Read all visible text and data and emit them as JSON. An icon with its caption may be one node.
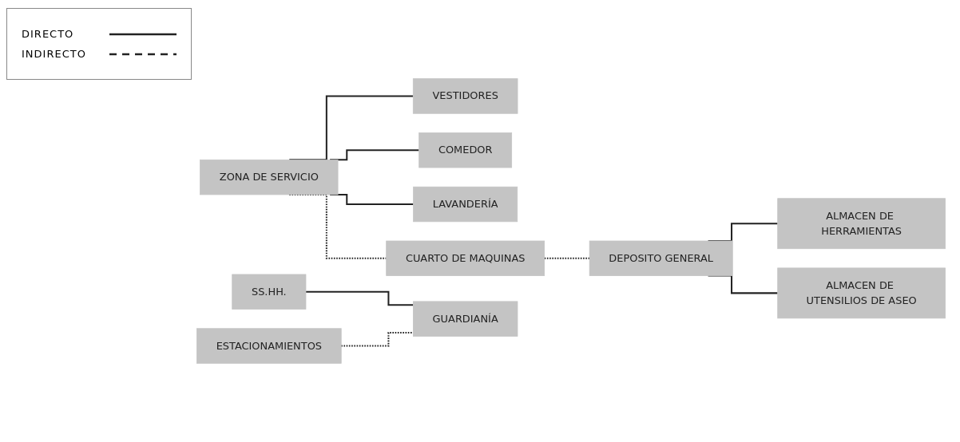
{
  "diagram": {
    "nodes": [
      {
        "text": [
          "ZONA DE SERVICIO"
        ]
      },
      {
        "text": [
          "VESTIDORES"
        ]
      },
      {
        "text": [
          "COMEDOR"
        ]
      },
      {
        "text": [
          "LAVANDERÍA"
        ]
      },
      {
        "text": [
          "CUARTO DE MAQUINAS"
        ]
      },
      {
        "text": [
          "SS.HH."
        ]
      },
      {
        "text": [
          "ESTACIONAMIENTOS"
        ]
      },
      {
        "text": [
          "GUARDIANÍA"
        ]
      },
      {
        "text": [
          "DEPOSITO GENERAL"
        ]
      },
      {
        "text": [
          "ALMACEN DE HERRAMIENTAS"
        ]
      },
      {
        "text": [
          "ALMACEN DE UTENSILIOS DE ASEO"
        ]
      }
    ],
    "edges": [
      {
        "from": 0,
        "to": 1,
        "arrow": "none"
      },
      {
        "from": 0,
        "to": 2,
        "arrow": "none"
      },
      {
        "from": 0,
        "to": 3,
        "arrow": "none"
      },
      {
        "from": 0,
        "to": 4,
        "arrow": "none",
        "style": "dashed"
      },
      {
        "from": 4,
        "to": 8,
        "arrow": "none",
        "style": "dashed"
      },
      {
        "from": 5,
        "to": 7,
        "arrow": "none"
      },
      {
        "from": 6,
        "to": 7,
        "arrow": "none",
        "style": "dashed"
      },
      {
        "from": 8,
        "to": 9,
        "arrow": "none"
      },
      {
        "from": 8,
        "to": 10,
        "arrow": "none"
      }
    ],
    "legend": [
      {
        "text": "DIRECTO"
      },
      {
        "text": "INDIRECTO"
      }
    ]
  }
}
